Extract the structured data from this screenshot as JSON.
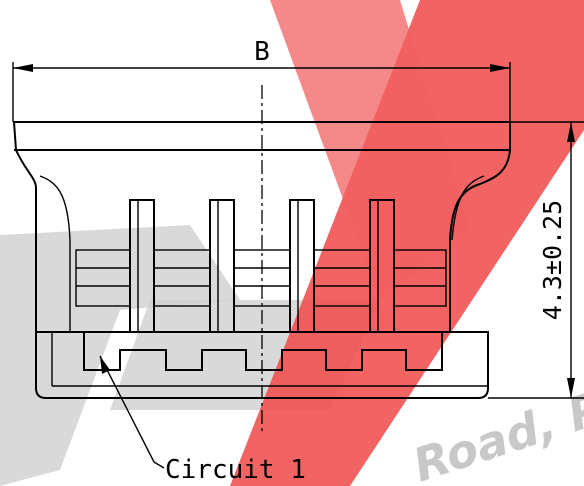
{
  "dimensions": {
    "width_label": "B",
    "height_label": "4.3±0.25"
  },
  "callout": {
    "label": "Circuit 1"
  },
  "watermark": {
    "text": "Road, P",
    "color_red": "#f03c3c",
    "color_grey": "#c8c8c8"
  }
}
